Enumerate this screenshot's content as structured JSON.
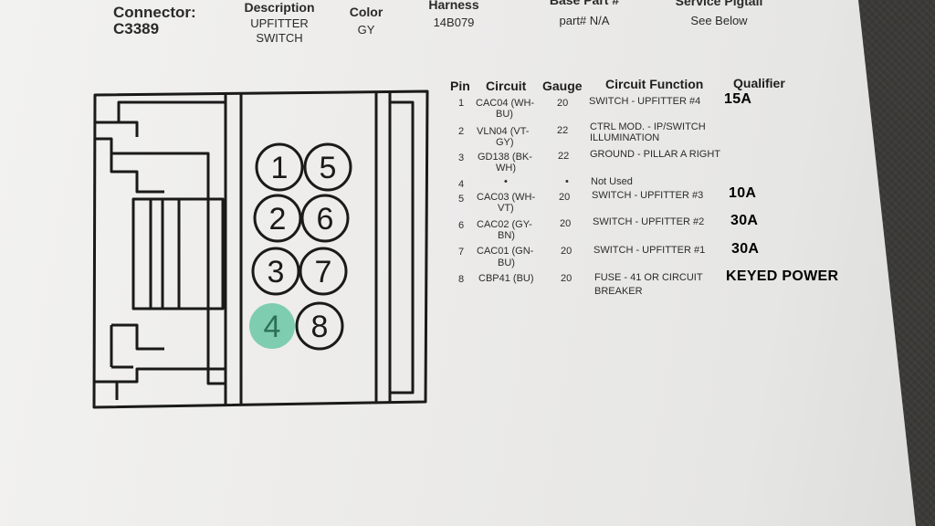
{
  "header": {
    "connector_label": "Connector:",
    "connector_id": "C3389",
    "description_label": "Description",
    "description_line1": "UPFITTER",
    "description_line2": "SWITCH",
    "color_label": "Color",
    "color_value": "GY",
    "harness_label": "Harness",
    "harness_value": "14B079",
    "base_part_label": "Base Part #",
    "base_part_value": "part# N/A",
    "pigtail_label": "Service Pigtail",
    "pigtail_value": "See Below"
  },
  "table": {
    "headers": {
      "pin": "Pin",
      "circuit": "Circuit",
      "gauge": "Gauge",
      "function": "Circuit Function",
      "qualifier": "Qualifier"
    },
    "rows": [
      {
        "pin": "1",
        "circuit_l1": "CAC04 (WH-",
        "circuit_l2": "BU)",
        "gauge": "20",
        "func_l1": "SWITCH - UPFITTER #4",
        "func_l2": "",
        "qualifier": "15A"
      },
      {
        "pin": "2",
        "circuit_l1": "VLN04 (VT-",
        "circuit_l2": "GY)",
        "gauge": "22",
        "func_l1": "CTRL MOD. - IP/SWITCH",
        "func_l2": "ILLUMINATION",
        "qualifier": ""
      },
      {
        "pin": "3",
        "circuit_l1": "GD138 (BK-",
        "circuit_l2": "WH)",
        "gauge": "22",
        "func_l1": "GROUND - PILLAR A RIGHT",
        "func_l2": "",
        "qualifier": ""
      },
      {
        "pin": "4",
        "circuit_l1": "•",
        "circuit_l2": "",
        "gauge": "•",
        "func_l1": "Not Used",
        "func_l2": "",
        "qualifier": ""
      },
      {
        "pin": "5",
        "circuit_l1": "CAC03 (WH-",
        "circuit_l2": "VT)",
        "gauge": "20",
        "func_l1": "SWITCH - UPFITTER #3",
        "func_l2": "",
        "qualifier": "10A"
      },
      {
        "pin": "6",
        "circuit_l1": "CAC02 (GY-",
        "circuit_l2": "BN)",
        "gauge": "20",
        "func_l1": "SWITCH - UPFITTER #2",
        "func_l2": "",
        "qualifier": "30A"
      },
      {
        "pin": "7",
        "circuit_l1": "CAC01 (GN-",
        "circuit_l2": "BU)",
        "gauge": "20",
        "func_l1": "SWITCH - UPFITTER #1",
        "func_l2": "",
        "qualifier": "30A"
      },
      {
        "pin": "8",
        "circuit_l1": "CBP41 (BU)",
        "circuit_l2": "",
        "gauge": "20",
        "func_l1": "FUSE - 41 OR CIRCUIT",
        "func_l2": "BREAKER",
        "qualifier": "KEYED POWER"
      }
    ]
  },
  "connector_diagram": {
    "pins": [
      "1",
      "5",
      "2",
      "6",
      "3",
      "7",
      "4",
      "8"
    ],
    "highlighted_pin": "4",
    "highlight_color": "#7fcdb0",
    "line_color": "#1a1a1a"
  }
}
